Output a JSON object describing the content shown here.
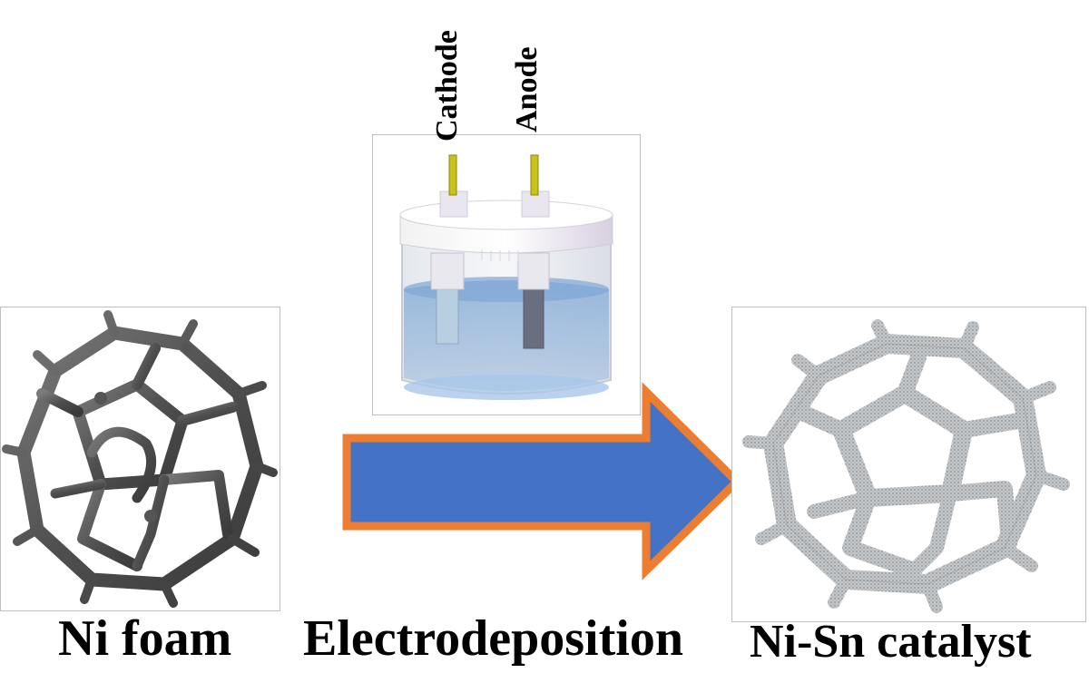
{
  "labels": {
    "cathode": "Cathode",
    "anode": "Anode",
    "ni_foam": "Ni foam",
    "electrodeposition": "Electrodeposition",
    "ni_sn_catalyst": "Ni-Sn catalyst"
  },
  "colors": {
    "arrow_fill": "#4472C4",
    "arrow_outline": "#ED7D31",
    "ni_foam_struts": "#5a5a5a",
    "catalyst_struts": "#b9bcbe",
    "electrolyte": "#9db8d6",
    "electrode_wire": "#c9c21a"
  },
  "icons": {
    "left_panel": "ni-foam-structure",
    "top_panel": "electrolytic-cell",
    "right_panel": "ni-sn-catalyst-structure",
    "process_arrow": "right-arrow"
  }
}
